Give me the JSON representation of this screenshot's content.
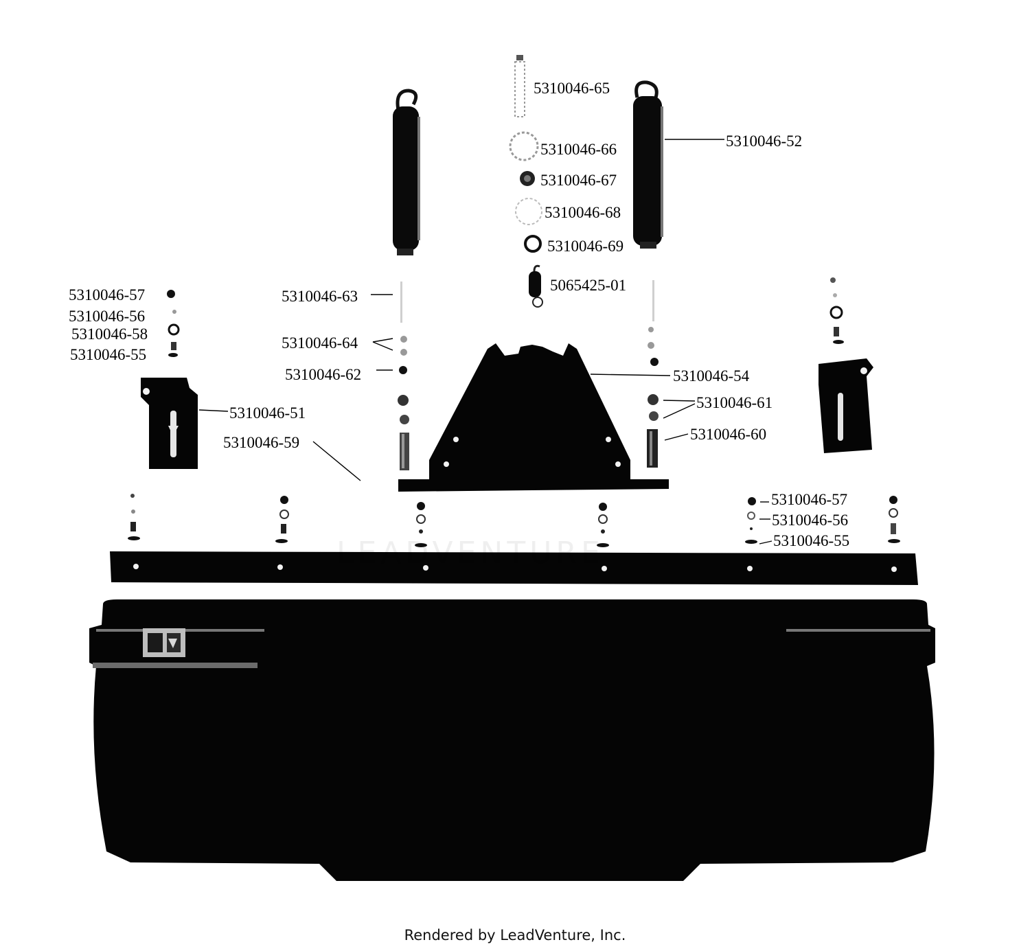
{
  "labels": {
    "p65": "5310046-65",
    "p66": "5310046-66",
    "p67": "5310046-67",
    "p68": "5310046-68",
    "p69": "5310046-69",
    "p01": "5065425-01",
    "p52": "5310046-52",
    "p57a": "5310046-57",
    "p56a": "5310046-56",
    "p58": "5310046-58",
    "p55a": "5310046-55",
    "p63": "5310046-63",
    "p64": "5310046-64",
    "p62": "5310046-62",
    "p54": "5310046-54",
    "p61": "5310046-61",
    "p60": "5310046-60",
    "p51": "5310046-51",
    "p59": "5310046-59",
    "p57b": "5310046-57",
    "p56b": "5310046-56",
    "p55b": "5310046-55"
  },
  "watermark": "LEADVENTURE",
  "footer": "Rendered by LeadVenture, Inc."
}
